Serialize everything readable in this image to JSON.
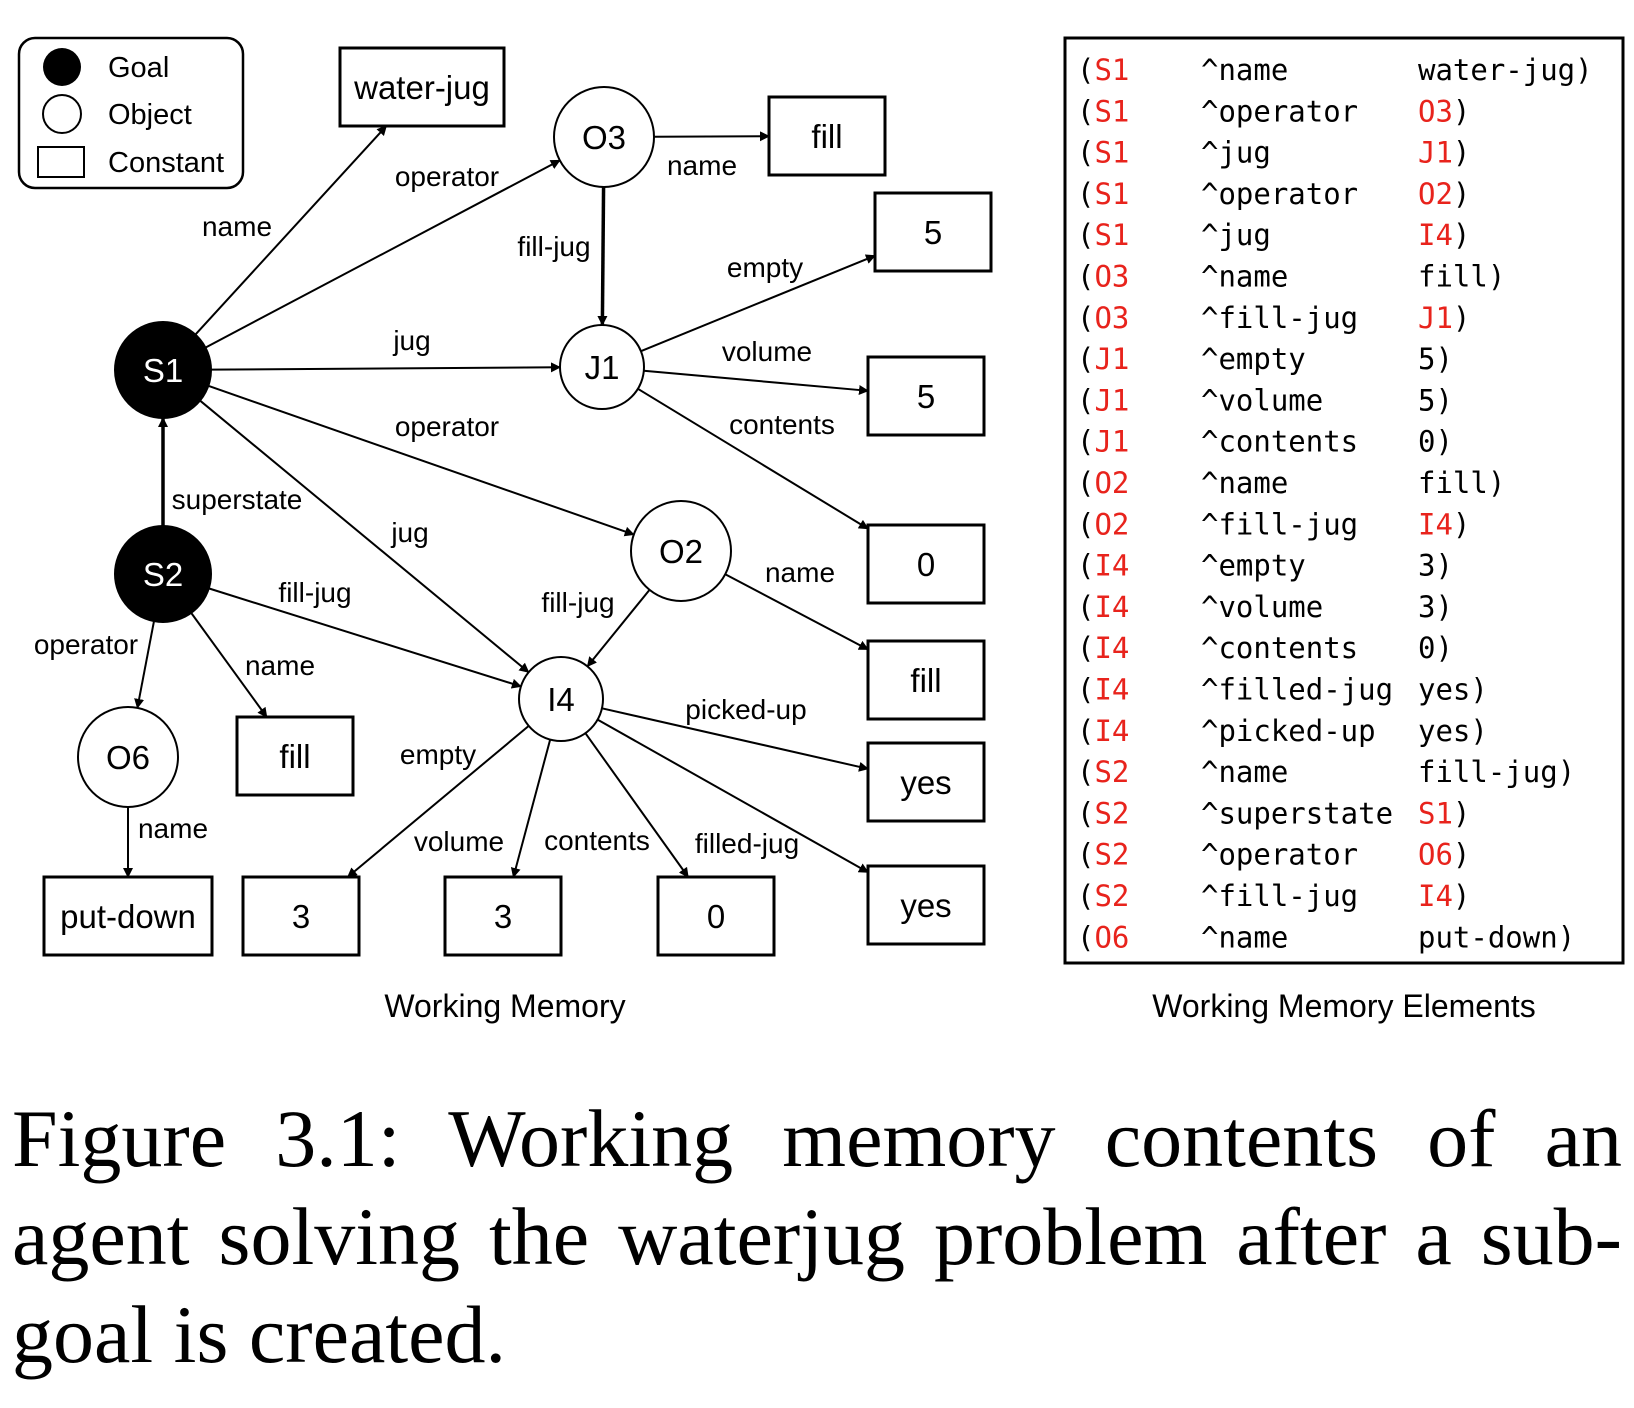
{
  "legend": {
    "items": [
      {
        "kind": "goal",
        "label": "Goal"
      },
      {
        "kind": "object",
        "label": "Object"
      },
      {
        "kind": "constant",
        "label": "Constant"
      }
    ]
  },
  "colors": {
    "identifier": "#e8231c",
    "text": "#000000",
    "goal_fill": "#000000"
  },
  "graph": {
    "title": "Working Memory",
    "nodes": [
      {
        "id": "S1",
        "kind": "goal",
        "label": "S1"
      },
      {
        "id": "S2",
        "kind": "goal",
        "label": "S2"
      },
      {
        "id": "O3",
        "kind": "object",
        "label": "O3"
      },
      {
        "id": "J1",
        "kind": "object",
        "label": "J1"
      },
      {
        "id": "O2",
        "kind": "object",
        "label": "O2"
      },
      {
        "id": "I4",
        "kind": "object",
        "label": "I4"
      },
      {
        "id": "O6",
        "kind": "object",
        "label": "O6"
      },
      {
        "id": "c_waterjug",
        "kind": "constant",
        "label": "water-jug"
      },
      {
        "id": "c_fill_o3",
        "kind": "constant",
        "label": "fill"
      },
      {
        "id": "c_5_empty",
        "kind": "constant",
        "label": "5"
      },
      {
        "id": "c_5_volume",
        "kind": "constant",
        "label": "5"
      },
      {
        "id": "c_0_j1",
        "kind": "constant",
        "label": "0"
      },
      {
        "id": "c_fill_o2",
        "kind": "constant",
        "label": "fill"
      },
      {
        "id": "c_yes_picked",
        "kind": "constant",
        "label": "yes"
      },
      {
        "id": "c_yes_filled",
        "kind": "constant",
        "label": "yes"
      },
      {
        "id": "c_fill_s2",
        "kind": "constant",
        "label": "fill"
      },
      {
        "id": "c_putdown",
        "kind": "constant",
        "label": "put-down"
      },
      {
        "id": "c_3_empty",
        "kind": "constant",
        "label": "3"
      },
      {
        "id": "c_3_volume",
        "kind": "constant",
        "label": "3"
      },
      {
        "id": "c_0_i4",
        "kind": "constant",
        "label": "0"
      }
    ],
    "edges": [
      {
        "from": "S1",
        "to": "c_waterjug",
        "label": "name"
      },
      {
        "from": "S1",
        "to": "O3",
        "label": "operator"
      },
      {
        "from": "O3",
        "to": "c_fill_o3",
        "label": "name"
      },
      {
        "from": "O3",
        "to": "J1",
        "label": "fill-jug"
      },
      {
        "from": "S1",
        "to": "J1",
        "label": "jug"
      },
      {
        "from": "J1",
        "to": "c_5_empty",
        "label": "empty"
      },
      {
        "from": "J1",
        "to": "c_5_volume",
        "label": "volume"
      },
      {
        "from": "J1",
        "to": "c_0_j1",
        "label": "contents"
      },
      {
        "from": "S1",
        "to": "O2",
        "label": "operator"
      },
      {
        "from": "S1",
        "to": "I4",
        "label": "jug"
      },
      {
        "from": "O2",
        "to": "c_fill_o2",
        "label": "name"
      },
      {
        "from": "O2",
        "to": "I4",
        "label": "fill-jug"
      },
      {
        "from": "S2",
        "to": "S1",
        "label": "superstate"
      },
      {
        "from": "S2",
        "to": "I4",
        "label": "fill-jug"
      },
      {
        "from": "S2",
        "to": "O6",
        "label": "operator"
      },
      {
        "from": "S2",
        "to": "c_fill_s2",
        "label": "name"
      },
      {
        "from": "O6",
        "to": "c_putdown",
        "label": "name"
      },
      {
        "from": "I4",
        "to": "c_yes_picked",
        "label": "picked-up"
      },
      {
        "from": "I4",
        "to": "c_yes_filled",
        "label": "filled-jug"
      },
      {
        "from": "I4",
        "to": "c_3_empty",
        "label": "empty"
      },
      {
        "from": "I4",
        "to": "c_3_volume",
        "label": "volume"
      },
      {
        "from": "I4",
        "to": "c_0_i4",
        "label": "contents"
      }
    ]
  },
  "wme": {
    "title": "Working Memory Elements",
    "rows": [
      {
        "open": "(",
        "id": "S1",
        "attr": "^name",
        "value": "water-jug",
        "close": ")",
        "value_is_id": false
      },
      {
        "open": "(",
        "id": "S1",
        "attr": "^operator",
        "value": "O3",
        "close": ")",
        "value_is_id": true
      },
      {
        "open": "(",
        "id": "S1",
        "attr": "^jug",
        "value": "J1",
        "close": ")",
        "value_is_id": true
      },
      {
        "open": "(",
        "id": "S1",
        "attr": "^operator",
        "value": "O2",
        "close": ")",
        "value_is_id": true
      },
      {
        "open": "(",
        "id": "S1",
        "attr": "^jug",
        "value": "I4",
        "close": ")",
        "value_is_id": true
      },
      {
        "open": "(",
        "id": "O3",
        "attr": "^name",
        "value": "fill",
        "close": ")",
        "value_is_id": false
      },
      {
        "open": "(",
        "id": "O3",
        "attr": "^fill-jug",
        "value": "J1",
        "close": ")",
        "value_is_id": true
      },
      {
        "open": "(",
        "id": "J1",
        "attr": "^empty",
        "value": "5",
        "close": ")",
        "value_is_id": false
      },
      {
        "open": "(",
        "id": "J1",
        "attr": "^volume",
        "value": "5",
        "close": ")",
        "value_is_id": false
      },
      {
        "open": "(",
        "id": "J1",
        "attr": "^contents",
        "value": "0",
        "close": ")",
        "value_is_id": false
      },
      {
        "open": "(",
        "id": "O2",
        "attr": "^name",
        "value": "fill",
        "close": ")",
        "value_is_id": false
      },
      {
        "open": "(",
        "id": "O2",
        "attr": "^fill-jug",
        "value": "I4",
        "close": ")",
        "value_is_id": true
      },
      {
        "open": "(",
        "id": "I4",
        "attr": "^empty",
        "value": "3",
        "close": ")",
        "value_is_id": false
      },
      {
        "open": "(",
        "id": "I4",
        "attr": "^volume",
        "value": "3",
        "close": ")",
        "value_is_id": false
      },
      {
        "open": "(",
        "id": "I4",
        "attr": "^contents",
        "value": "0",
        "close": ")",
        "value_is_id": false
      },
      {
        "open": "(",
        "id": "I4",
        "attr": "^filled-jug",
        "value": "yes",
        "close": ")",
        "value_is_id": false
      },
      {
        "open": "(",
        "id": "I4",
        "attr": "^picked-up",
        "value": "yes",
        "close": ")",
        "value_is_id": false
      },
      {
        "open": "(",
        "id": "S2",
        "attr": "^name",
        "value": "fill-jug",
        "close": ")",
        "value_is_id": false
      },
      {
        "open": "(",
        "id": "S2",
        "attr": "^superstate",
        "value": "S1",
        "close": ")",
        "value_is_id": true
      },
      {
        "open": "(",
        "id": "S2",
        "attr": "^operator",
        "value": "O6",
        "close": ")",
        "value_is_id": true
      },
      {
        "open": "(",
        "id": "S2",
        "attr": "^fill-jug",
        "value": "I4",
        "close": ")",
        "value_is_id": true
      },
      {
        "open": "(",
        "id": "O6",
        "attr": "^name",
        "value": "put-down",
        "close": ")",
        "value_is_id": false
      }
    ]
  },
  "caption": "Figure 3.1:  Working memory contents of an agent solving the waterjug problem after a sub-goal is created."
}
